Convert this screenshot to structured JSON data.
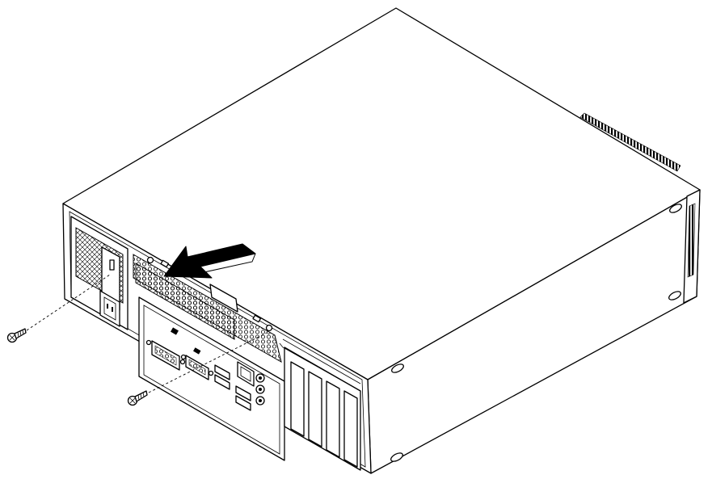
{
  "figure": {
    "subject": "desktop-computer-side-cover-removal",
    "arrow_direction": "slide-cover-toward-rear",
    "screw_count": 2,
    "colors": {
      "line": "#000000",
      "fill": "#ffffff"
    },
    "icons": [
      "screw-icon",
      "direction-arrow-icon",
      "power-socket-icon",
      "usb-port-icon",
      "ethernet-port-icon",
      "audio-jack-icon",
      "vga-port-icon",
      "dvi-port-icon"
    ]
  }
}
